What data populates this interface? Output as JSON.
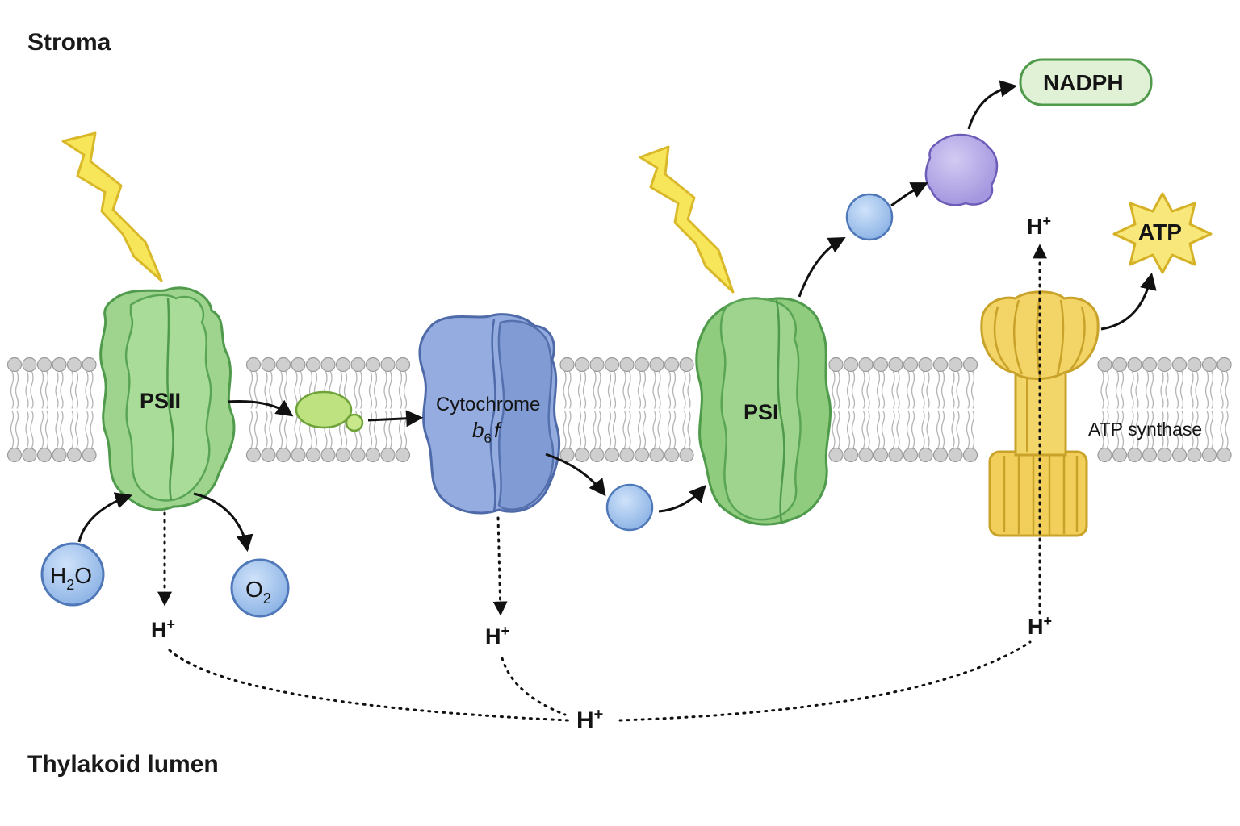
{
  "regions": {
    "stroma": "Stroma",
    "lumen": "Thylakoid lumen"
  },
  "complexes": {
    "psii": "PSII",
    "cytochrome_line1": "Cytochrome",
    "cytochrome_b": "b",
    "cytochrome_sub": "6",
    "cytochrome_f": "f",
    "psi": "PSI",
    "atp_synthase": "ATP synthase"
  },
  "molecules": {
    "water_main": "H",
    "water_sub": "2",
    "water_tail": "O",
    "oxygen_main": "O",
    "oxygen_sub": "2",
    "nadph": "NADPH",
    "atp": "ATP"
  },
  "protons": {
    "symbol": "H",
    "charge": "+"
  },
  "colors": {
    "photosystem_fill": "#9fd48f",
    "photosystem_stroke": "#4f9a4b",
    "cytochrome_fill": "#8fa9dc",
    "cytochrome_stroke": "#4e6aa8",
    "atp_synthase_fill": "#f1cf5a",
    "atp_synthase_stroke": "#c9a22a",
    "carrier_blue": "#9cc0ec",
    "ferredoxin_purple": "#b3a7e6",
    "plastoquinone_green": "#b9e07e",
    "lightning": "#f5e04a",
    "nadph_fill": "#dff0d4",
    "atp_burst": "#f8e77a",
    "membrane_head": "#c9c9c9"
  }
}
